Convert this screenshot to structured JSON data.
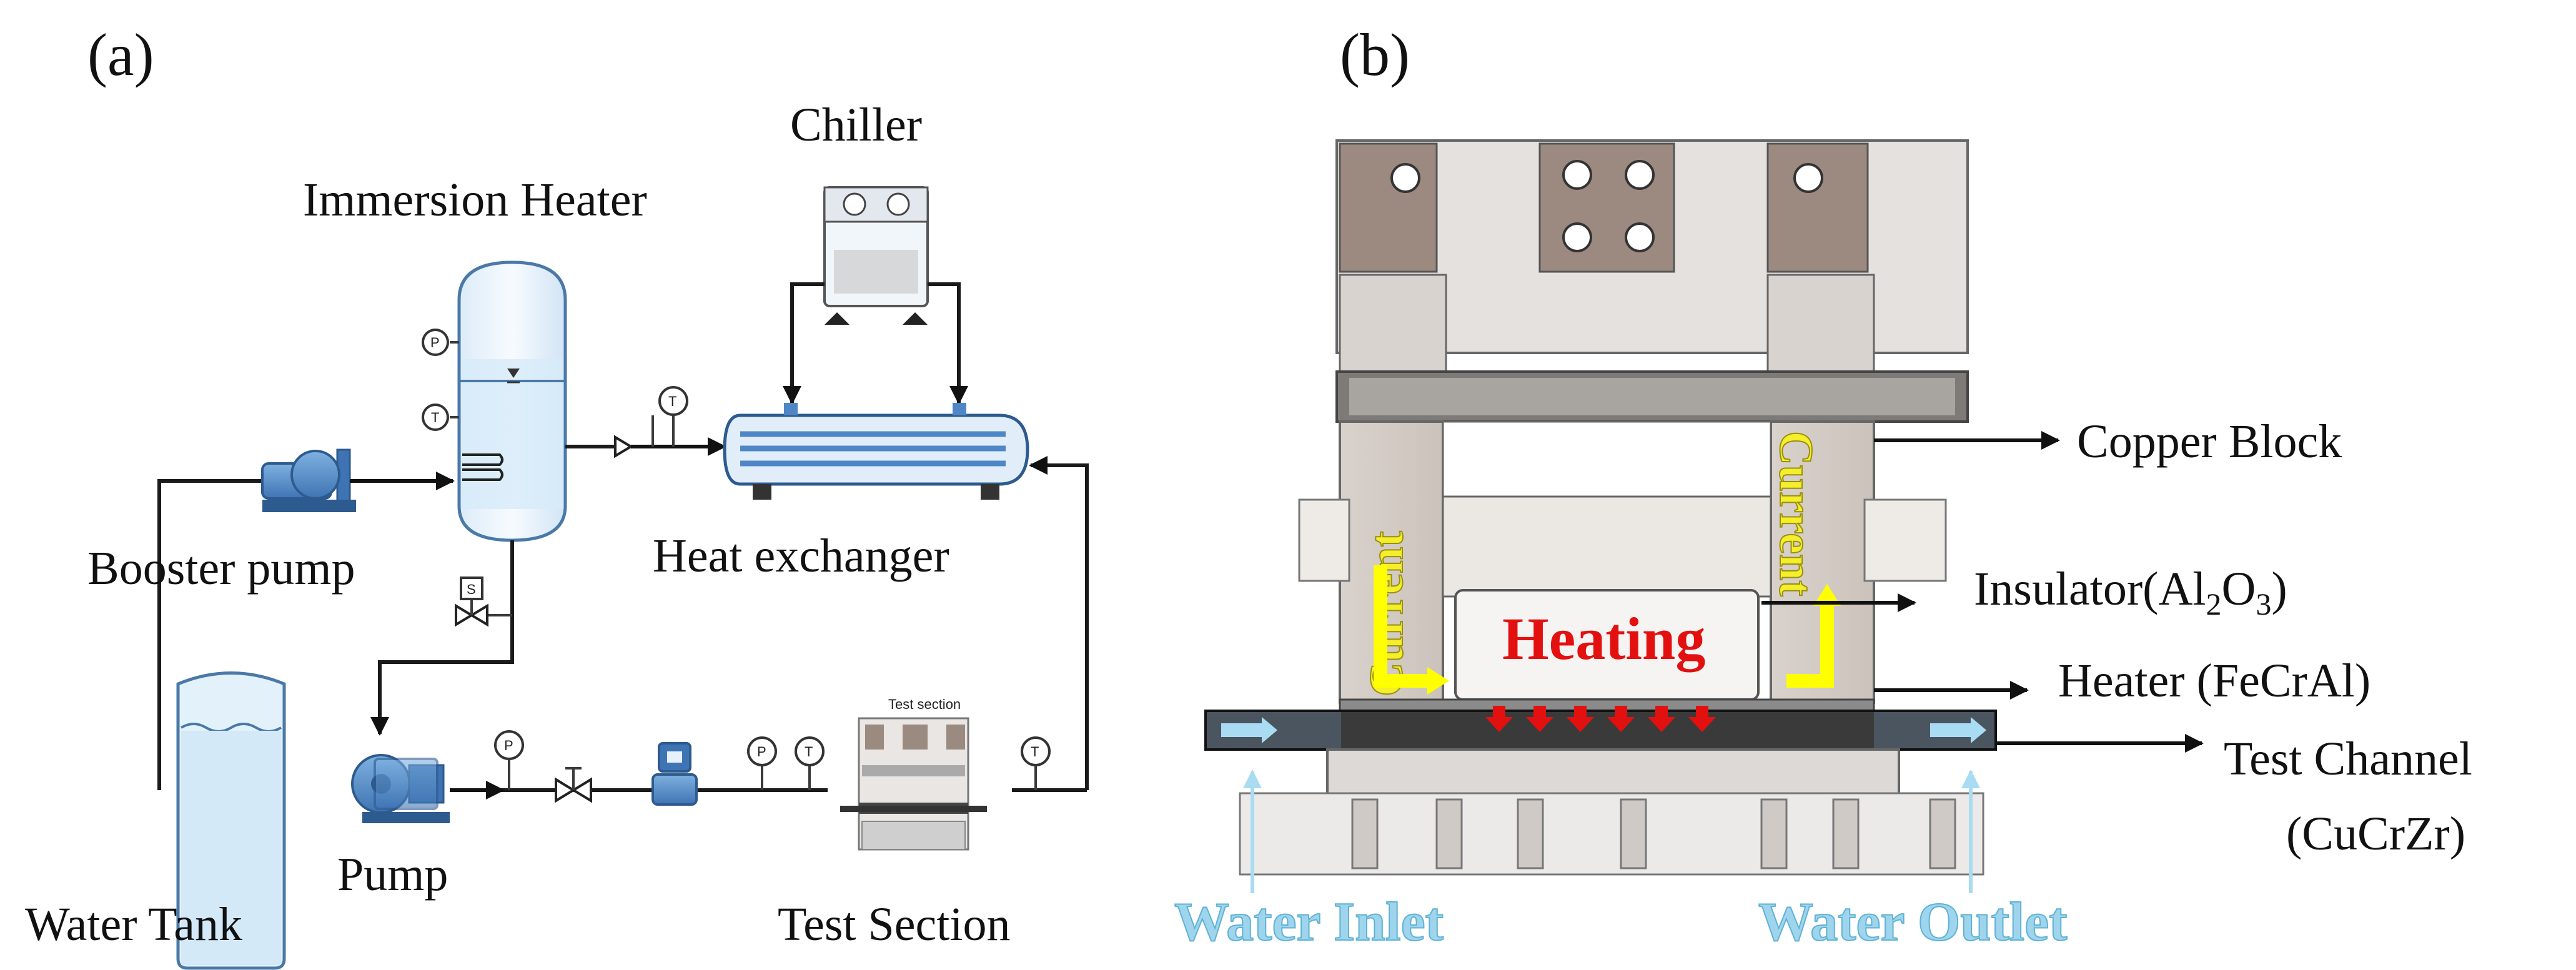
{
  "panel_a": {
    "label": "(a)",
    "chiller": "Chiller",
    "immersion_heater": "Immersion Heater",
    "booster_pump": "Booster pump",
    "heat_exchanger": "Heat exchanger",
    "water_tank": "Water Tank",
    "pump": "Pump",
    "test_section": "Test Section",
    "test_section_small": "Test section",
    "sensor_p": "P",
    "sensor_t": "T",
    "solenoid": "S"
  },
  "panel_b": {
    "label": "(b)",
    "copper_block": "Copper Block",
    "insulator": "Insulator(Al",
    "insulator_sub1": "2",
    "insulator_mid": "O",
    "insulator_sub2": "3",
    "insulator_end": ")",
    "heater": "Heater (FeCrAl)",
    "test_channel_line1": "Test Channel",
    "test_channel_line2": "(CuCrZr)",
    "current_left": "Current",
    "current_right": "Current",
    "heating": "Heating",
    "water_inlet": "Water Inlet",
    "water_outlet": "Water Outlet"
  },
  "colors": {
    "current_text": "#f4ef2a",
    "current_arrow": "#ffff00",
    "heating_text": "#e31010",
    "heating_arrows": "#e31010",
    "water_text": "#9fd5ec",
    "water_arrow": "#a9dcf2",
    "equipment_blue": "#4f86c6",
    "equipment_light": "#e6f1fb"
  }
}
